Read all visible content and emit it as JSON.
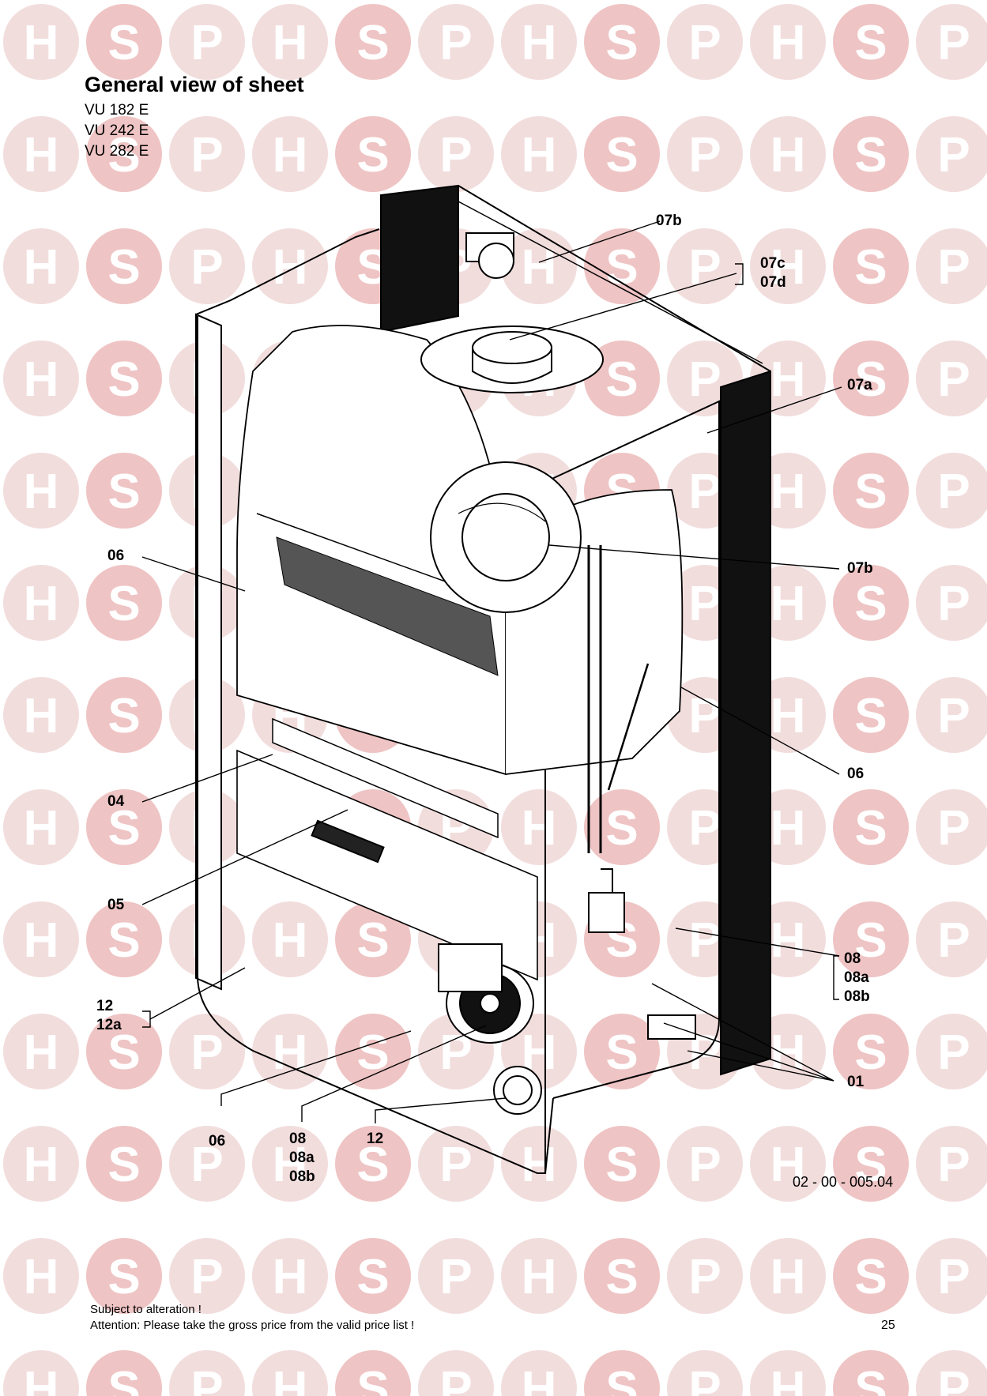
{
  "watermark": {
    "letters": [
      "H",
      "S",
      "P"
    ],
    "colors": {
      "h": "#f2dddd",
      "s": "#efc4c4",
      "p": "#f2dddd",
      "text": "#ffffff"
    }
  },
  "header": {
    "title": "General view of sheet",
    "models": [
      "VU 182 E",
      "VU 242 E",
      "VU 282 E"
    ]
  },
  "callouts": {
    "c07b_top": "07b",
    "c07c": "07c",
    "c07d": "07d",
    "c07a": "07a",
    "c06_left": "06",
    "c07b_mid": "07b",
    "c06_right": "06",
    "c04": "04",
    "c05": "05",
    "c08": "08",
    "c08a": "08a",
    "c08b": "08b",
    "c12": "12",
    "c12a": "12a",
    "c01": "01",
    "c06_bottom": "06",
    "c08_bottom": "08",
    "c08a_bottom": "08a",
    "c08b_bottom": "08b",
    "c12_bottom": "12"
  },
  "drawing_code": "02 - 00 - 005.04",
  "footer": {
    "line1": "Subject to alteration !",
    "line2": "Attention: Please take the gross price from the valid price list !"
  },
  "page_number": "25"
}
